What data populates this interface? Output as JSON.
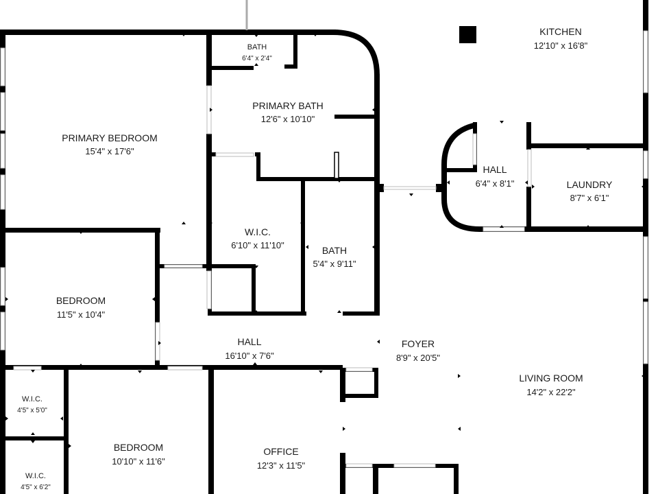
{
  "rooms": {
    "kitchen": {
      "name": "KITCHEN",
      "dims": "12'10\" x 16'8\""
    },
    "bath_small": {
      "name": "BATH",
      "dims": "6'4\" x 2'4\""
    },
    "primary_bath": {
      "name": "PRIMARY BATH",
      "dims": "12'6\" x 10'10\""
    },
    "primary_bedroom": {
      "name": "PRIMARY BEDROOM",
      "dims": "15'4\" x 17'6\""
    },
    "hall_upper": {
      "name": "HALL",
      "dims": "6'4\" x 8'1\""
    },
    "laundry": {
      "name": "LAUNDRY",
      "dims": "8'7\" x 6'1\""
    },
    "wic_primary": {
      "name": "W.I.C.",
      "dims": "6'10\" x 11'10\""
    },
    "bath_mid": {
      "name": "BATH",
      "dims": "5'4\" x 9'11\""
    },
    "bedroom_1": {
      "name": "BEDROOM",
      "dims": "11'5\" x 10'4\""
    },
    "hall_main": {
      "name": "HALL",
      "dims": "16'10\" x 7'6\""
    },
    "foyer": {
      "name": "FOYER",
      "dims": "8'9\" x 20'5\""
    },
    "living_room": {
      "name": "LIVING ROOM",
      "dims": "14'2\" x 22'2\""
    },
    "wic_a": {
      "name": "W.I.C.",
      "dims": "4'5\" x 5'0\""
    },
    "wic_b": {
      "name": "W.I.C.",
      "dims": "4'5\" x 6'2\""
    },
    "bedroom_2": {
      "name": "BEDROOM",
      "dims": "10'10\" x 11'6\""
    },
    "office": {
      "name": "OFFICE",
      "dims": "12'3\" x 11'5\""
    }
  }
}
